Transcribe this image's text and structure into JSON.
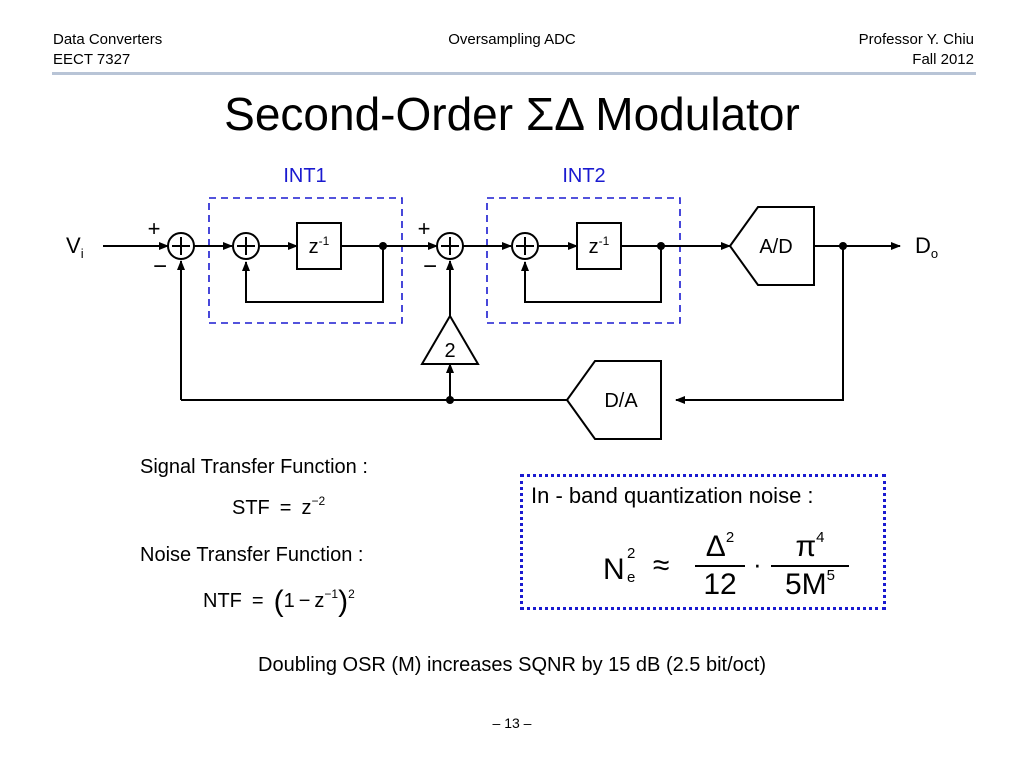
{
  "header": {
    "course": "Data Converters",
    "course_code": "EECT 7327",
    "topic": "Oversampling ADC",
    "instructor": "Professor Y. Chiu",
    "term": "Fall 2012"
  },
  "title": "Second-Order ΣΔ Modulator",
  "diagram": {
    "int1_label": "INT1",
    "int2_label": "INT2",
    "input_label": "V",
    "input_sub": "i",
    "output_label": "D",
    "output_sub": "o",
    "plus_sign": "+",
    "minus_sign": "−",
    "delay_label": "z",
    "delay_exp": "-1",
    "adc_label": "A/D",
    "dac_label": "D/A",
    "gain_label": "2",
    "accent_color": "#1a1ad0"
  },
  "stf": {
    "label": "Signal Transfer Function :",
    "lhs": "STF",
    "eq": "=",
    "base": "z",
    "exp": "−2"
  },
  "ntf": {
    "label": "Noise Transfer Function :",
    "lhs": "NTF",
    "eq": "=",
    "open": "(",
    "one": "1",
    "minus": "−",
    "base": "z",
    "exp": "−1",
    "close": ")",
    "outer_exp": "2"
  },
  "noise": {
    "title": "In - band quantization noise :",
    "lhs": "N",
    "lhs_sup": "2",
    "lhs_sub": "e",
    "approx": "≈",
    "num1": "Δ",
    "num1_exp": "2",
    "den1": "12",
    "dot": "·",
    "num2": "π",
    "num2_exp": "4",
    "den2": "5M",
    "den2_exp": "5"
  },
  "conclusion": "Doubling OSR (M) increases SQNR by 15 dB (2.5 bit/oct)",
  "page_number": "– 13 –"
}
